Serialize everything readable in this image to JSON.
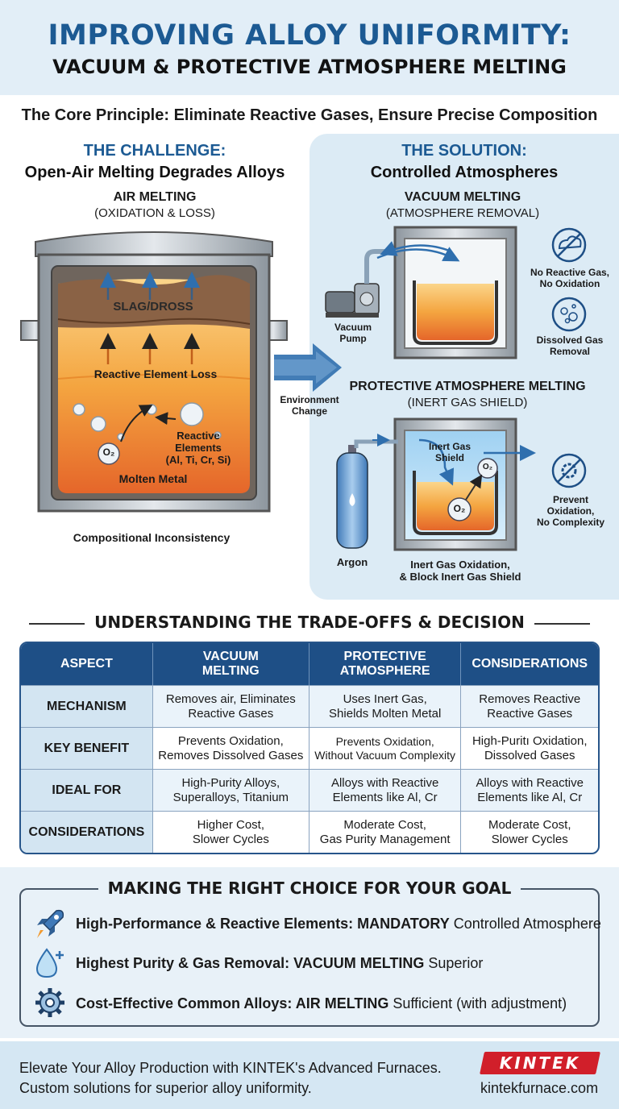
{
  "header": {
    "title": "IMPROVING ALLOY UNIFORMITY:",
    "subtitle": "VACUUM & PROTECTIVE ATMOSPHERE MELTING"
  },
  "principle": "The Core Principle: Eliminate Reactive Gases, Ensure Precise Composition",
  "challenge": {
    "heading": "THE CHALLENGE:",
    "subheading": "Open-Air Melting Degrades Alloys",
    "diagram_title": "AIR MELTING",
    "diagram_subtitle": "(OXIDATION & LOSS)",
    "slag_label": "SLAG/DROSS",
    "loss_label": "Reactive Element Loss",
    "elements_label": "Reactive\nElements\n(Al, Ti, Cr, Si)",
    "molten_label": "Molten Metal",
    "o2_label": "O₂",
    "bottom_label": "Compositional Inconsistency"
  },
  "transition_label": "Environment\nChange",
  "solution": {
    "heading": "THE SOLUTION:",
    "subheading": "Controlled Atmospheres",
    "vacuum": {
      "title": "VACUUM MELTING",
      "subtitle": "(ATMOSPHERE REMOVAL)",
      "pump_label": "Vacuum\nPump",
      "benefit1": "No Reactive Gas,\nNo Oxidation",
      "benefit2": "Dissolved Gas\nRemoval"
    },
    "protective": {
      "title": "PROTECTIVE ATMOSPHERE MELTING",
      "subtitle": "(INERT GAS SHIELD)",
      "shield_label": "Inert Gas\nShield",
      "o2_label": "O₂",
      "argon_label": "Argon",
      "bottom_label": "Inert Gas Oxidation,\n& Block Inert Gas Shield",
      "benefit": "Prevent\nOxidation,\nNo Complexity"
    }
  },
  "tradeoffs": {
    "title": "UNDERSTANDING THE TRADE-OFFS & DECISION",
    "headers": [
      "ASPECT",
      "VACUUM\nMELTING",
      "PROTECTIVE\nATMOSPHERE",
      "CONSIDERATIONS"
    ],
    "rows": [
      [
        "MECHANISM",
        "Removes air, Eliminates\nReactive Gases",
        "Uses Inert Gas,\nShields Molten Metal",
        "Removes Reactive\nReactive Gases"
      ],
      [
        "KEY BENEFIT",
        "Prevents Oxidation,\nRemoves Dissolved Gases",
        "Prevents Oxidation,\nWithout Vacuum Complexity",
        "High-Puritı Oxidation,\nDissolved Gases"
      ],
      [
        "IDEAL FOR",
        "High-Purity Alloys,\nSuperalloys, Titanium",
        "Alloys with Reactive\nElements like Al, Cr",
        "Alloys with Reactive\nElements like Al, Cr"
      ],
      [
        "CONSIDERATIONS",
        "Higher Cost,\nSlower Cycles",
        "Moderate Cost,\nGas Purity Management",
        "Moderate Cost,\nSlower Cycles"
      ]
    ]
  },
  "choice": {
    "title": "MAKING THE RIGHT CHOICE FOR YOUR GOAL",
    "items": [
      {
        "icon": "rocket-icon",
        "bold": "High-Performance & Reactive Elements: MANDATORY",
        "rest": " Controlled Atmosphere"
      },
      {
        "icon": "droplet-icon",
        "bold": "Highest Purity & Gas Removal: VACUUM MELTING",
        "rest": " Superior"
      },
      {
        "icon": "gear-icon",
        "bold": "Cost-Effective Common Alloys: AIR MELTING",
        "rest": " Sufficient (with adjustment)"
      }
    ]
  },
  "footer": {
    "line1": "Elevate Your Alloy Production with KINTEK's Advanced Furnaces.",
    "line2": "Custom solutions for superior alloy uniformity.",
    "brand": "KINTEK",
    "url": "kintekfurnace.com"
  },
  "colors": {
    "title_blue": "#1c5a93",
    "table_header": "#1e4f86",
    "molten_orange": "#f29a2e",
    "brand_red": "#d11f2a"
  }
}
